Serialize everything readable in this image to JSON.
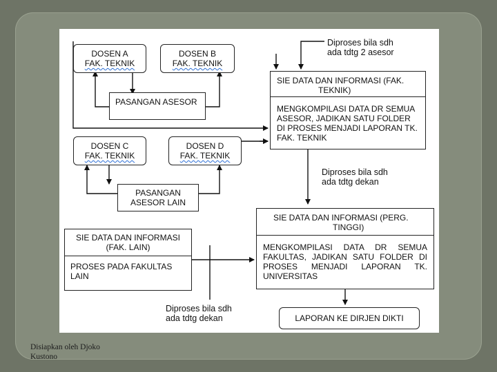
{
  "diagram": {
    "dosen_a": {
      "name": "DOSEN A",
      "faculty": "FAK. TEKNIK"
    },
    "dosen_b": {
      "name": "DOSEN B",
      "faculty": "FAK. TEKNIK"
    },
    "dosen_c": {
      "name": "DOSEN C",
      "faculty": "FAK. TEKNIK"
    },
    "dosen_d": {
      "name": "DOSEN D",
      "faculty": "FAK. TEKNIK"
    },
    "pasangan_asesor": "PASANGAN ASESOR",
    "pasangan_asesor_lain": [
      "PASANGAN",
      "ASESOR LAIN"
    ],
    "sie_teknik": {
      "title": [
        "SIE DATA DAN INFORMASI (FAK.",
        "TEKNIK)"
      ],
      "body": [
        "MENGKOMPILASI DATA DR SEMUA",
        "ASESOR, JADIKAN SATU FOLDER",
        "DI PROSES MENJADI LAPORAN TK.",
        "FAK. TEKNIK"
      ]
    },
    "sie_lain": {
      "title": [
        "SIE DATA DAN INFORMASI",
        "(FAK. LAIN)"
      ],
      "body": [
        "PROSES PADA FAKULTAS",
        "LAIN"
      ]
    },
    "sie_pt": {
      "title": [
        "SIE DATA DAN INFORMASI (PERG.",
        "TINGGI)"
      ],
      "body": [
        "MENGKOMPILASI DATA DR SEMUA",
        "FAKULTAS, JADIKAN SATU FOLDER DI",
        "PROSES MENJADI LAPORAN TK.",
        "UNIVERSITAS"
      ]
    },
    "laporan": "LAPORAN KE DIRJEN DIKTI",
    "note_top": [
      "Diproses bila sdh",
      "ada tdtg 2 asesor"
    ],
    "note_mid": [
      "Diproses bila sdh",
      "ada tdtg dekan"
    ],
    "note_bottom": [
      "Diproses bila sdh",
      "ada tdtg dekan"
    ]
  },
  "footer": [
    "Disiapkan oleh Djoko",
    "Kustono"
  ]
}
